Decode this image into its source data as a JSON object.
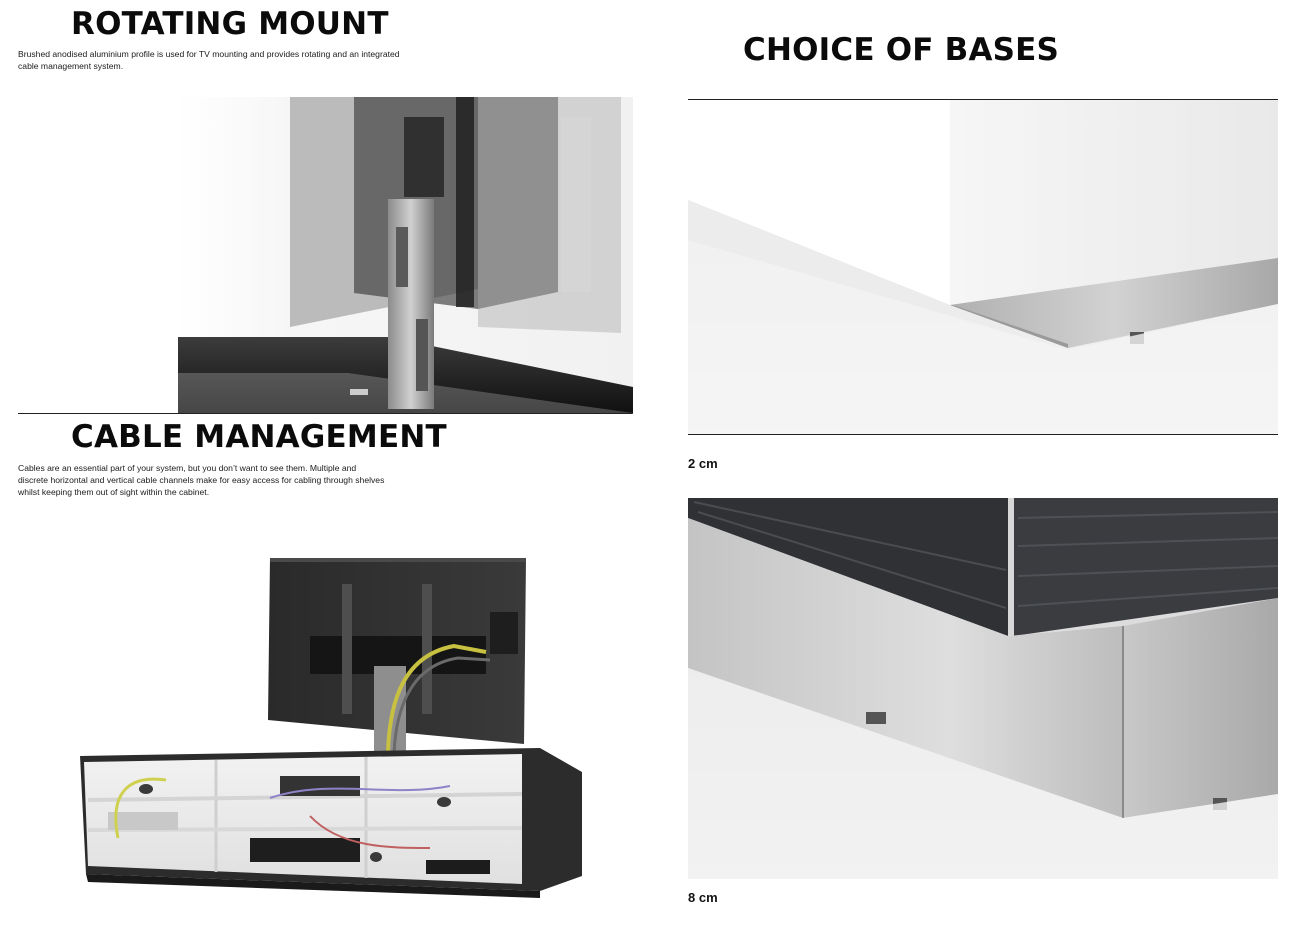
{
  "rotating_mount": {
    "title": "ROTATING MOUNT",
    "description_line1": "Brushed anodised aluminium profile is used for TV mounting and provides rotating and an integrated",
    "description_line2": "cable management system."
  },
  "cable_management": {
    "title": "CABLE MANAGEMENT",
    "description_line1": "Cables are an essential part of your system, but you don’t want to see them. Multiple and",
    "description_line2": "discrete horizontal and vertical cable channels make for easy access for cabling through shelves",
    "description_line3": "whilst keeping them out of sight within the cabinet."
  },
  "choice_of_bases": {
    "title": "CHOICE OF BASES",
    "base_1_caption": "2 cm",
    "base_2_caption": "8 cm"
  }
}
